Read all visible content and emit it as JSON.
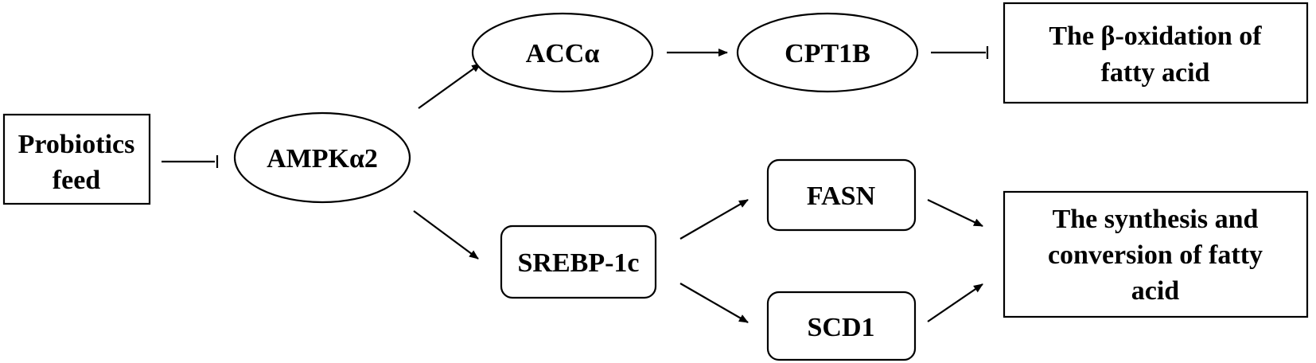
{
  "nodes": {
    "probiotics": {
      "lines": [
        "Probiotics",
        "feed"
      ],
      "shape": "rect"
    },
    "ampk": {
      "lines": [
        "AMPKα2"
      ],
      "shape": "ellipse"
    },
    "acc": {
      "lines": [
        "ACCα"
      ],
      "shape": "ellipse"
    },
    "cpt1b": {
      "lines": [
        "CPT1B"
      ],
      "shape": "ellipse"
    },
    "beta_ox": {
      "lines": [
        "The β-oxidation of",
        "fatty acid"
      ],
      "shape": "rect"
    },
    "srebp": {
      "lines": [
        "SREBP-1c"
      ],
      "shape": "rounded-rect"
    },
    "fasn": {
      "lines": [
        "FASN"
      ],
      "shape": "rounded-rect"
    },
    "scd1": {
      "lines": [
        "SCD1"
      ],
      "shape": "rounded-rect"
    },
    "synthesis": {
      "lines": [
        "The synthesis and",
        "conversion of fatty",
        "acid"
      ],
      "shape": "rect"
    }
  },
  "edges": [
    {
      "from": "probiotics",
      "to": "ampk",
      "type": "inhibit"
    },
    {
      "from": "ampk",
      "to": "acc",
      "type": "activate"
    },
    {
      "from": "acc",
      "to": "cpt1b",
      "type": "activate"
    },
    {
      "from": "cpt1b",
      "to": "beta_ox",
      "type": "inhibit"
    },
    {
      "from": "ampk",
      "to": "srebp",
      "type": "activate"
    },
    {
      "from": "srebp",
      "to": "fasn",
      "type": "activate"
    },
    {
      "from": "srebp",
      "to": "scd1",
      "type": "activate"
    },
    {
      "from": "fasn",
      "to": "synthesis",
      "type": "activate"
    },
    {
      "from": "scd1",
      "to": "synthesis",
      "type": "activate"
    }
  ],
  "colors": {
    "stroke": "#000000",
    "fill": "#ffffff",
    "text": "#000000"
  }
}
